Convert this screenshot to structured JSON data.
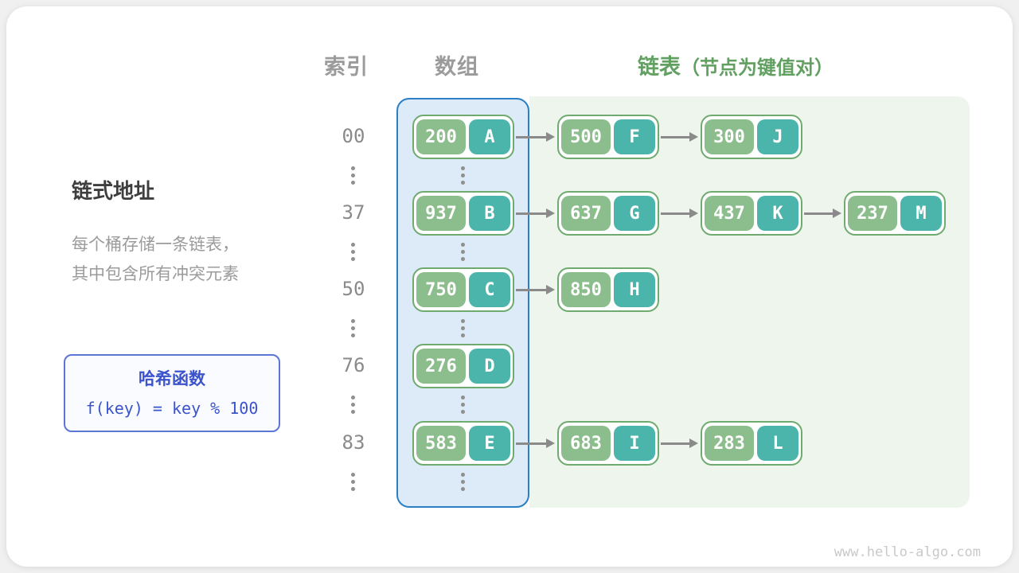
{
  "headers": {
    "index": "索引",
    "array": "数组",
    "list": "链表",
    "list_note": "（节点为键值对）"
  },
  "left_panel": {
    "title": "链式地址",
    "description": "每个桶存储一条链表，\n其中包含所有冲突元素",
    "hash_box": {
      "title": "哈希函数",
      "formula": "f(key) = key % 100"
    }
  },
  "rows": [
    {
      "index": "00",
      "nodes": [
        {
          "key": "200",
          "value": "A"
        },
        {
          "key": "500",
          "value": "F"
        },
        {
          "key": "300",
          "value": "J"
        }
      ]
    },
    {
      "index": "37",
      "nodes": [
        {
          "key": "937",
          "value": "B"
        },
        {
          "key": "637",
          "value": "G"
        },
        {
          "key": "437",
          "value": "K"
        },
        {
          "key": "237",
          "value": "M"
        }
      ]
    },
    {
      "index": "50",
      "nodes": [
        {
          "key": "750",
          "value": "C"
        },
        {
          "key": "850",
          "value": "H"
        }
      ]
    },
    {
      "index": "76",
      "nodes": [
        {
          "key": "276",
          "value": "D"
        }
      ]
    },
    {
      "index": "83",
      "nodes": [
        {
          "key": "583",
          "value": "E"
        },
        {
          "key": "683",
          "value": "I"
        },
        {
          "key": "283",
          "value": "L"
        }
      ]
    }
  ],
  "watermark": "www.hello-algo.com",
  "colors": {
    "key-green": "#8cbd8c",
    "val-teal": "#4bb4ab",
    "node-border": "#6fab6f",
    "arr-bg": "#ddeaf8",
    "arr-border": "#2a7fc5",
    "list-bg": "#eef5ed",
    "green-head": "#61a061",
    "blue-text": "#3b53cb",
    "hash-border": "#5c76d6",
    "gray-text": "#9b9b9b",
    "arrow": "#8a8a8a"
  }
}
